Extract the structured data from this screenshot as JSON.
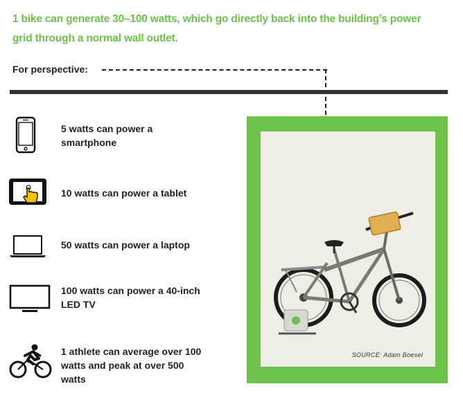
{
  "headline": {
    "line1": "1 bike can generate 30–100 watts, which go directly back into the building’s power",
    "line2": "grid through a normal wall outlet."
  },
  "perspective_label": "For perspective:",
  "items": [
    {
      "icon": "smartphone-icon",
      "line1": "5 watts can power a",
      "line2": "smartphone"
    },
    {
      "icon": "tablet-icon",
      "line1": "10 watts can power a tablet"
    },
    {
      "icon": "laptop-icon",
      "line1": "50 watts can power a laptop"
    },
    {
      "icon": "tv-icon",
      "line1": "100 watts can power a 40-inch",
      "line2": "LED TV"
    },
    {
      "icon": "cyclist-icon",
      "line1": "1 athlete can average over 100",
      "line2": "watts and peak at over 500",
      "line3": "watts"
    }
  ],
  "source": "SOURCE: Adam Boesel",
  "colors": {
    "accent_green": "#6cc24a",
    "dark": "#333333",
    "photo_bg": "#eeede6"
  }
}
